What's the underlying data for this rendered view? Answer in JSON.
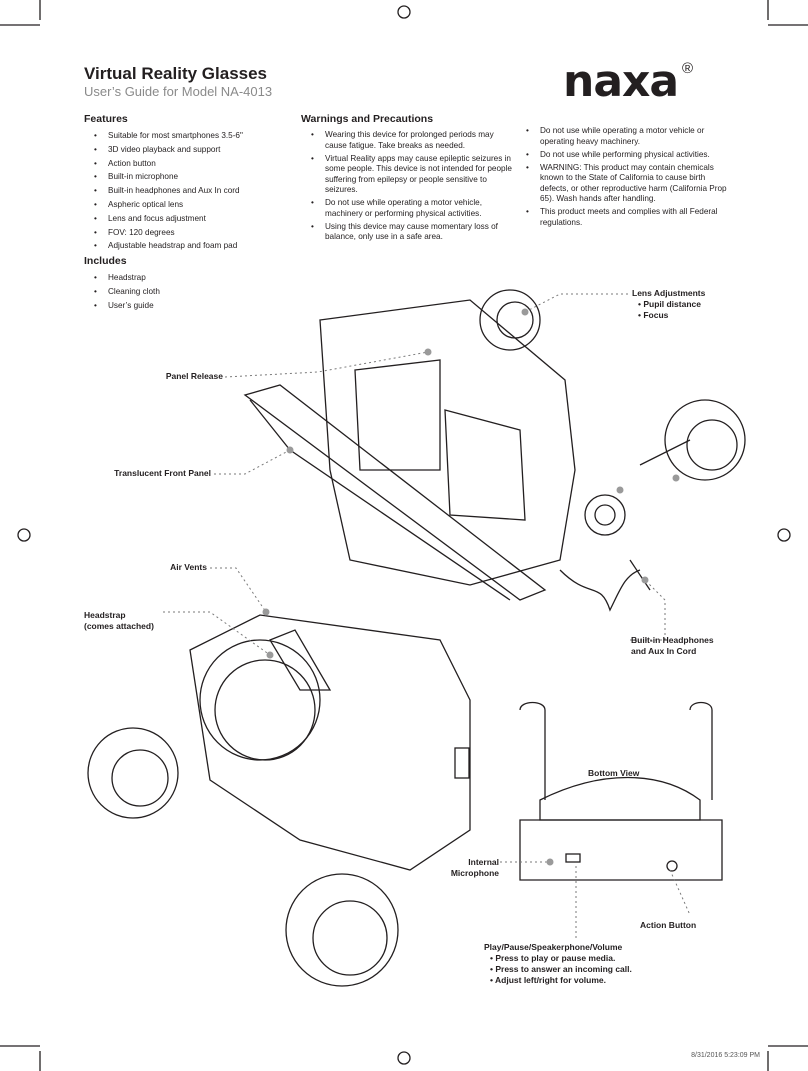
{
  "header": {
    "title": "Virtual Reality Glasses",
    "subtitle": "User’s Guide for Model NA-4013",
    "logo": "naxa",
    "reg_mark": "®"
  },
  "features": {
    "heading": "Features",
    "items": [
      "Suitable for most smartphones 3.5-6\"",
      "3D video playback and support",
      "Action button",
      "Built-in microphone",
      "Built-in headphones and Aux In cord",
      "Aspheric optical lens",
      "Lens and focus adjustment",
      "FOV: 120 degrees",
      "Adjustable headstrap and foam pad"
    ]
  },
  "includes": {
    "heading": "Includes",
    "items": [
      "Headstrap",
      "Cleaning cloth",
      "User’s guide"
    ]
  },
  "warnings": {
    "heading": "Warnings and Precautions",
    "items": [
      "Wearing this device for prolonged periods may cause fatigue. Take breaks as needed.",
      "Virtual Reality apps may cause epileptic seizures in some people. This device is not intended for people suffering from epilepsy or people sensitive to seizures.",
      "Do not use while operating a motor vehicle, machinery or performing physical activities.",
      "Using this device may cause momentary loss of balance, only use in a safe area."
    ],
    "items2": [
      "Do not use while operating a motor vehicle or operating heavy machinery.",
      "Do not use while performing physical activities.",
      "WARNING: This product may contain chemicals known to the State of California to cause birth defects, or other reproductive harm (California Prop 65). Wash hands after handling.",
      "This product meets and complies with all Federal regulations."
    ]
  },
  "callouts": {
    "lens_adjustments": "Lens Adjustments",
    "pupil_distance": "• Pupil distance",
    "focus": "• Focus",
    "panel_release": "Panel Release",
    "front_panel": "Translucent Front Panel",
    "air_vents": "Air Vents",
    "headstrap": "Headstrap",
    "headstrap2": "(comes attached)",
    "headphones": "Built-in Headphones",
    "aux": "and Aux In Cord",
    "bottom_view": "Bottom View",
    "mic": "Internal",
    "mic2": "Microphone",
    "action": "Action Button",
    "play": "Play/Pause/Speakerphone/Volume",
    "play1": "• Press to play or pause media.",
    "play2": "• Press to answer an incoming call.",
    "play3": "• Adjust left/right for volume."
  },
  "footer": {
    "timestamp": "8/31/2016   5:23:09 PM"
  }
}
